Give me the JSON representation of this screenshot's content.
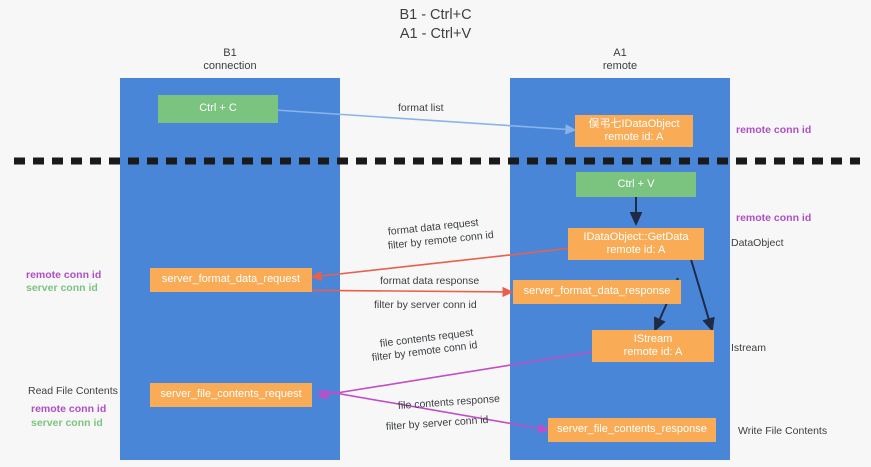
{
  "title": {
    "line1": "B1 - Ctrl+C",
    "line2": "A1 - Ctrl+V"
  },
  "lanes": [
    {
      "id": "b1",
      "name": "B1",
      "role": "connection"
    },
    {
      "id": "a1",
      "name": "A1",
      "role": "remote"
    }
  ],
  "boxes": {
    "ctrl_c": {
      "line1": "Ctrl + C",
      "color": "#7bc47f"
    },
    "ole_set_clipboard": {
      "line1": "俣弔七IDataObject",
      "line2": "remote id: A",
      "color": "#f9ab56"
    },
    "ctrl_v": {
      "line1": "Ctrl + V",
      "color": "#7bc47f"
    },
    "get_data": {
      "line1": "IDataObject::GetData",
      "line2": "remote id: A",
      "color": "#f9ab56"
    },
    "server_format_data_request": {
      "line1": "server_format_data_request",
      "color": "#f9ab56"
    },
    "server_format_data_response": {
      "line1": "server_format_data_response",
      "color": "#f9ab56"
    },
    "istream": {
      "line1": "IStream",
      "line2": "remote id: A",
      "color": "#f9ab56"
    },
    "server_file_contents_request": {
      "line1": "server_file_contents_request",
      "color": "#f9ab56"
    },
    "server_file_contents_response": {
      "line1": "server_file_contents_response",
      "color": "#f9ab56"
    }
  },
  "edge_labels": {
    "format_list": "format list",
    "format_data_request": "format data request",
    "format_data_request_filter_prefix": "filter by ",
    "format_data_request_filter_key": "remote conn id",
    "format_data_response": "format data response",
    "format_data_response_filter_prefix": "filter by ",
    "format_data_response_filter_key": "server conn id",
    "file_contents_request": "file contents request",
    "file_contents_request_filter_prefix": "filter by ",
    "file_contents_request_filter_key": "remote conn id",
    "file_contents_response": "file contents response",
    "file_contents_response_filter_prefix": "filter by ",
    "file_contents_response_filter_key": "server conn id"
  },
  "annotations": {
    "right": [
      {
        "text": "remote conn id",
        "kind": "magenta"
      },
      {
        "text": "remote conn id",
        "kind": "magenta"
      },
      {
        "text": "DataObject",
        "kind": "dark"
      },
      {
        "text": "Istream",
        "kind": "dark"
      },
      {
        "text": "Write File Contents",
        "kind": "dark"
      }
    ],
    "left": [
      {
        "text": "remote conn id",
        "kind": "magenta"
      },
      {
        "text": "server conn id",
        "kind": "green"
      },
      {
        "text": "Read File Contents",
        "kind": "dark"
      },
      {
        "text": "remote conn id",
        "kind": "magenta"
      },
      {
        "text": "server conn id",
        "kind": "green"
      }
    ]
  },
  "colors": {
    "lane": "#4a86d8",
    "orange": "#f9ab56",
    "green": "#7bc47f",
    "magenta": "#b04ec6",
    "divider": "#1a1a1a",
    "arrow_blue": "#8ab4e8",
    "arrow_red": "#e8604c",
    "arrow_magenta": "#c04ec6",
    "arrow_dark": "#1f2a44",
    "background": "#f7f7f7"
  }
}
